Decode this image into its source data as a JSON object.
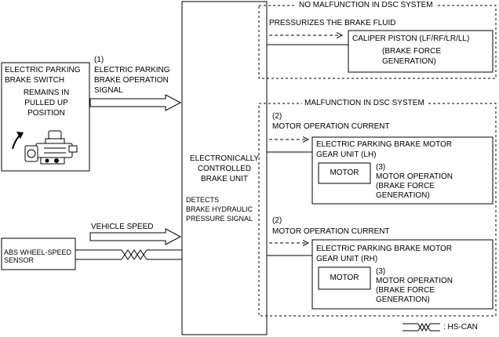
{
  "dsc_ok": {
    "title": "NO MALFUNCTION IN DSC SYSTEM",
    "action": "PRESSURIZES THE BRAKE FLUID",
    "caliper_line1": "CALIPER PISTON (LF/RF/LR/LL)",
    "caliper_line2": "(BRAKE FORCE",
    "caliper_line3": "GENERATION)"
  },
  "switch": {
    "line1": "ELECTRIC PARKING",
    "line2": "BRAKE SWITCH",
    "state1": "REMAINS IN",
    "state2": "PULLED UP",
    "state3": "POSITION"
  },
  "signal": {
    "num": "(1)",
    "line1": "ELECTRIC PARKING",
    "line2": "BRAKE OPERATION",
    "line3": "SIGNAL"
  },
  "ecu": {
    "line1": "ELECTRONICALLY",
    "line2": "CONTROLLED",
    "line3": "BRAKE UNIT",
    "det1": "DETECTS",
    "det2": "BRAKE HYDRAULIC",
    "det3": "PRESSURE SIGNAL"
  },
  "dsc_fail": {
    "title": "MALFUNCTION IN DSC SYSTEM"
  },
  "lh": {
    "num": "(2)",
    "current": "MOTOR OPERATION CURRENT",
    "unit1": "ELECTRIC PARKING BRAKE MOTOR",
    "unit2": "GEAR UNIT (LH)",
    "motor": "MOTOR",
    "op_num": "(3)",
    "op1": "MOTOR OPERATION",
    "op2": "(BRAKE FORCE",
    "op3": "GENERATION)"
  },
  "rh": {
    "num": "(2)",
    "current": "MOTOR OPERATION CURRENT",
    "unit1": "ELECTRIC PARKING BRAKE MOTOR",
    "unit2": "GEAR UNIT (RH)",
    "motor": "MOTOR",
    "op_num": "(3)",
    "op1": "MOTOR OPERATION",
    "op2": "(BRAKE FORCE",
    "op3": "GENERATION)"
  },
  "speed": {
    "label": "VEHICLE SPEED"
  },
  "abs": {
    "line1": "ABS WHEEL-SPEED",
    "line2": "SENSOR"
  },
  "legend": {
    "label": ": HS-CAN"
  }
}
